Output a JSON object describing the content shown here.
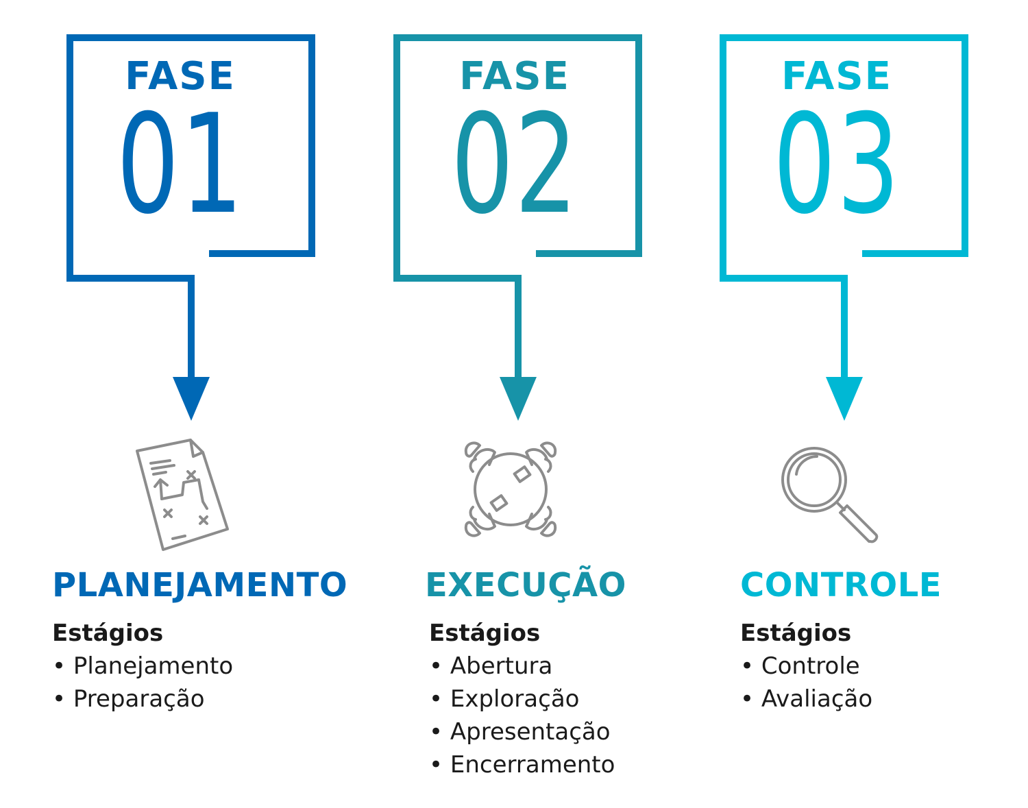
{
  "phases": [
    {
      "fase_label": "FASE",
      "number": "01",
      "color": "#0068B5",
      "icon": "map-plan-icon",
      "title": "PLANEJAMENTO",
      "stages_heading": "Estágios",
      "stages": [
        "Planejamento",
        "Preparação"
      ]
    },
    {
      "fase_label": "FASE",
      "number": "02",
      "color": "#1793A8",
      "icon": "team-collaboration-icon",
      "title": "EXECUÇÃO",
      "stages_heading": "Estágios",
      "stages": [
        "Abertura",
        "Exploração",
        "Apresentação",
        "Encerramento"
      ]
    },
    {
      "fase_label": "FASE",
      "number": "03",
      "color": "#00B8D4",
      "icon": "magnifying-glass-icon",
      "title": "CONTROLE",
      "stages_heading": "Estágios",
      "stages": [
        "Controle",
        "Avaliação"
      ]
    }
  ],
  "icon_color": "#8C8C8C"
}
